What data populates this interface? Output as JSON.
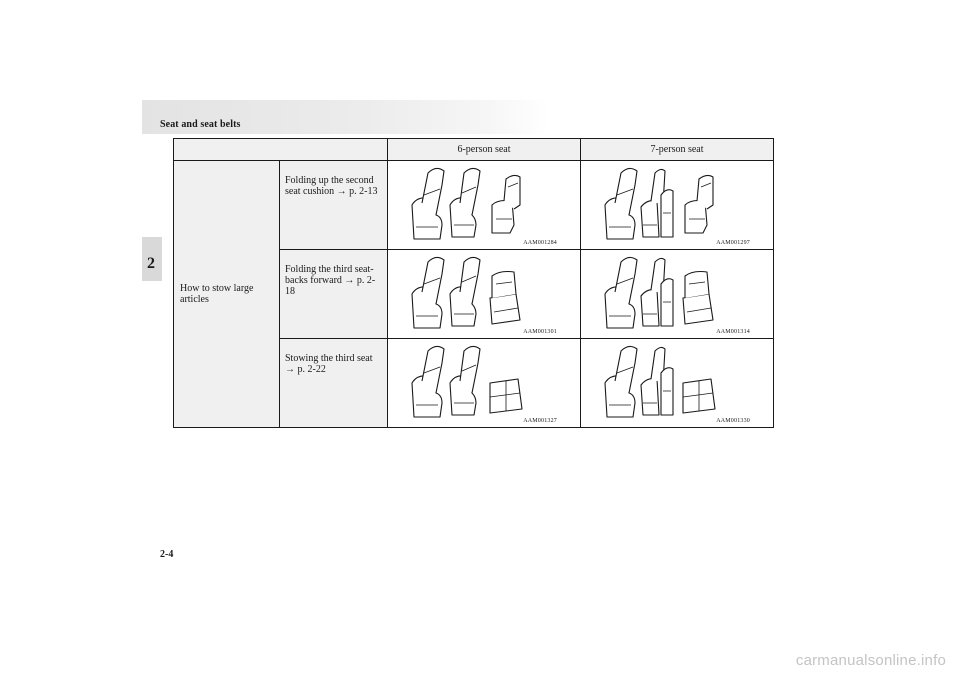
{
  "header": {
    "section_title": "Seat and seat belts"
  },
  "chapter_tab": {
    "number": "2"
  },
  "table": {
    "columns": [
      "",
      "",
      "6-person seat",
      "7-person seat"
    ],
    "category": "How to stow large articles",
    "rows": [
      {
        "procedure": "Folding up the second seat cushion → p. 2-13",
        "code_6": "AAM001284",
        "code_7": "AAM001297",
        "illustration": "second-seat-cushion-folded-up"
      },
      {
        "procedure": "Folding the third seat-backs forward → p. 2-18",
        "code_6": "AAM001301",
        "code_7": "AAM001314",
        "illustration": "third-seatbacks-folded-forward"
      },
      {
        "procedure": "Stowing the third seat → p. 2-22",
        "code_6": "AAM001327",
        "code_7": "AAM001330",
        "illustration": "third-seat-stowed"
      }
    ]
  },
  "footer": {
    "page_number": "2-4"
  },
  "watermark": {
    "text": "carmanualsonline.info"
  },
  "colors": {
    "header_band": "#e3e3e3",
    "shaded_cell": "#f0f0f0",
    "ink": "#1a1a1a",
    "watermark": "#c4c4c4"
  }
}
